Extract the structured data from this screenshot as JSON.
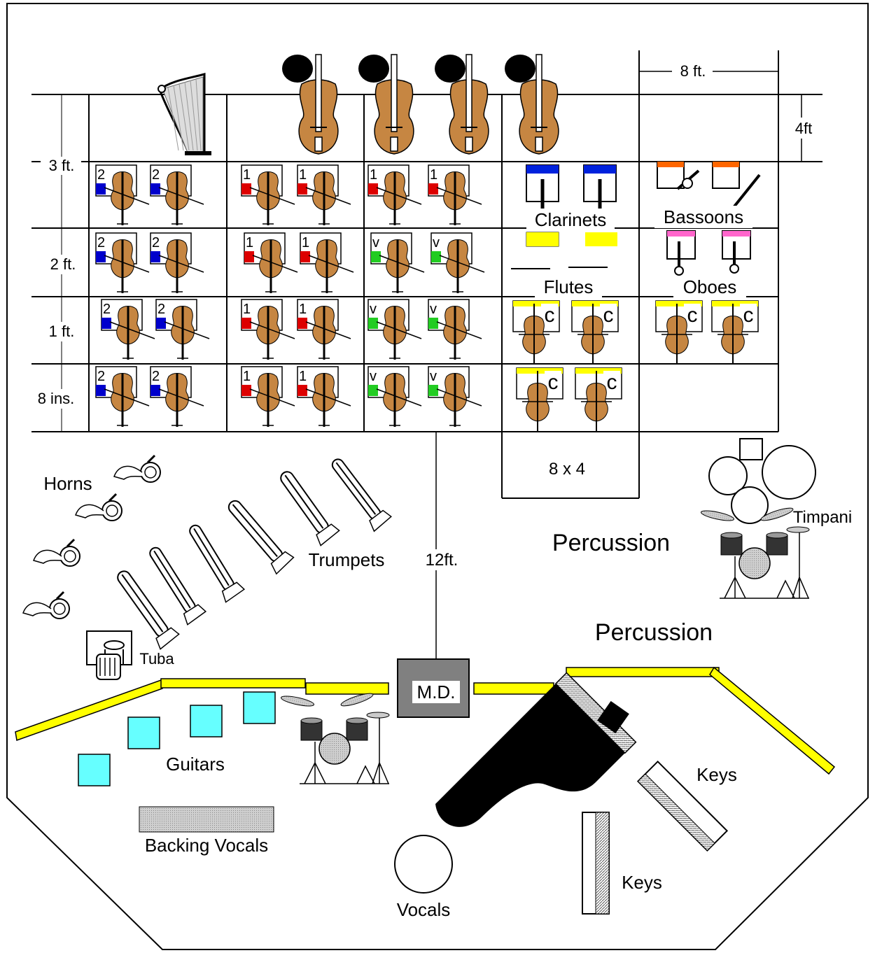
{
  "labels": {
    "dim_8ft": "8 ft.",
    "dim_4ft": "4ft",
    "dim_3ft": "3 ft.",
    "dim_2ft": "2 ft.",
    "dim_1ft": "1 ft.",
    "dim_8ins": "8 ins.",
    "riser": "8 x 4",
    "center_12ft": "12ft.",
    "clarinets": "Clarinets",
    "bassoons": "Bassoons",
    "flutes": "Flutes",
    "oboes": "Oboes",
    "horns": "Horns",
    "trumpets": "Trumpets",
    "tuba": "Tuba",
    "timpani": "Timpani",
    "percussion_upper": "Percussion",
    "percussion_lower": "Percussion",
    "md": "M.D.",
    "guitars": "Guitars",
    "backing_vocals": "Backing Vocals",
    "vocals": "Vocals",
    "keys_right": "Keys",
    "keys_lower": "Keys"
  },
  "violin_rows": [
    {
      "marks": [
        "2",
        "2",
        "1",
        "1",
        "1",
        "1"
      ]
    },
    {
      "marks": [
        "2",
        "2",
        "1",
        "1",
        "v",
        "v"
      ]
    },
    {
      "marks": [
        "2",
        "2",
        "1",
        "1",
        "v",
        "v"
      ]
    },
    {
      "marks": [
        "2",
        "2",
        "1",
        "1",
        "v",
        "v"
      ]
    }
  ],
  "cello_marks": [
    "c",
    "c",
    "c",
    "c",
    "c",
    "c"
  ],
  "colors": {
    "violin_2": "#0000cc",
    "violin_1": "#dd0000",
    "viola": "#22cc22",
    "clarinet": "#0022dd",
    "bassoon": "#ff6600",
    "flute": "#ffff00",
    "oboe": "#ff66cc",
    "wood": "#c68642",
    "barrier": "#ffff00",
    "guitar_amp": "#66ffff",
    "md_box": "#808080"
  }
}
